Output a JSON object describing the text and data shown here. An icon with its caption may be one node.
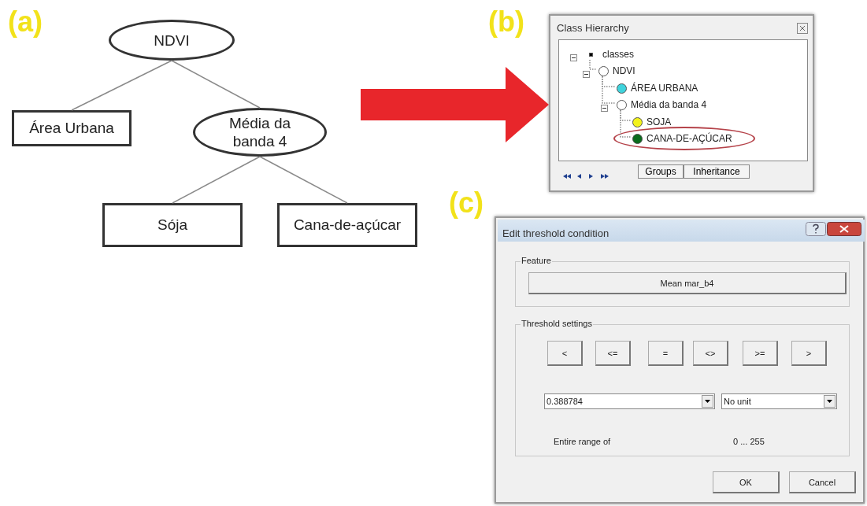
{
  "diagram": {
    "nodes": [
      {
        "text": [
          "NDVI"
        ]
      },
      {
        "text": [
          "Área Urbana"
        ]
      },
      {
        "text": [
          "Média da banda 4"
        ]
      },
      {
        "text": [
          "Sója"
        ]
      },
      {
        "text": [
          "Cana-de-açúcar"
        ]
      },
      {
        "text": [
          "Class Hierarchy"
        ]
      },
      {
        "text": [
          "classes"
        ],
        "in": 5
      },
      {
        "text": [
          "NDVI"
        ],
        "in": 5
      },
      {
        "text": [
          "ÁREA URBANA"
        ],
        "in": 5
      },
      {
        "text": [
          "Média da banda 4"
        ],
        "in": 5
      },
      {
        "text": [
          "SOJA"
        ],
        "in": 5
      },
      {
        "text": [
          "CANA-DE-AÇÚCAR"
        ],
        "in": 5
      },
      {
        "text": [
          "Groups"
        ],
        "in": 5
      },
      {
        "text": [
          "Inheritance"
        ],
        "in": 5
      },
      {
        "text": [
          "Edit threshold condition"
        ]
      },
      {
        "text": [
          "Feature"
        ],
        "in": 14
      },
      {
        "text": [
          "Mean mar_b4"
        ],
        "in": 15
      },
      {
        "text": [
          "Threshold settings",
          "Entire range of",
          "0 ... 255"
        ],
        "in": 14
      },
      {
        "text": [
          "<"
        ],
        "in": 17
      },
      {
        "text": [
          "<="
        ],
        "in": 17
      },
      {
        "text": [
          "="
        ],
        "in": 17
      },
      {
        "text": [
          "<>"
        ],
        "in": 17
      },
      {
        "text": [
          ">="
        ],
        "in": 17
      },
      {
        "text": [
          ">"
        ],
        "in": 17
      },
      {
        "text": [
          "0.388784"
        ],
        "in": 17
      },
      {
        "text": [
          "No unit"
        ],
        "in": 17
      },
      {
        "text": [
          "OK"
        ],
        "in": 14
      },
      {
        "text": [
          "Cancel"
        ],
        "in": 14
      }
    ],
    "edges": [
      {
        "from": 0,
        "to": 1,
        "arrow": "none"
      },
      {
        "from": 0,
        "to": 2,
        "arrow": "none"
      },
      {
        "from": 2,
        "to": 3,
        "arrow": "none"
      },
      {
        "from": 2,
        "to": 4,
        "arrow": "none"
      },
      {
        "from": null,
        "to": 5,
        "arrow": "to",
        "style": "thick",
        "color": "#e8262b"
      },
      {
        "from": 6,
        "to": 7,
        "arrow": "none",
        "style": "dashed"
      },
      {
        "from": 7,
        "to": 8,
        "arrow": "none",
        "style": "dashed"
      },
      {
        "from": 7,
        "to": 9,
        "arrow": "none",
        "style": "dashed"
      },
      {
        "from": 9,
        "to": 10,
        "arrow": "none",
        "style": "dashed"
      },
      {
        "from": 9,
        "to": 11,
        "arrow": "none",
        "style": "dashed"
      }
    ],
    "labels": [
      "(a)",
      "(b)",
      "(c)"
    ]
  }
}
